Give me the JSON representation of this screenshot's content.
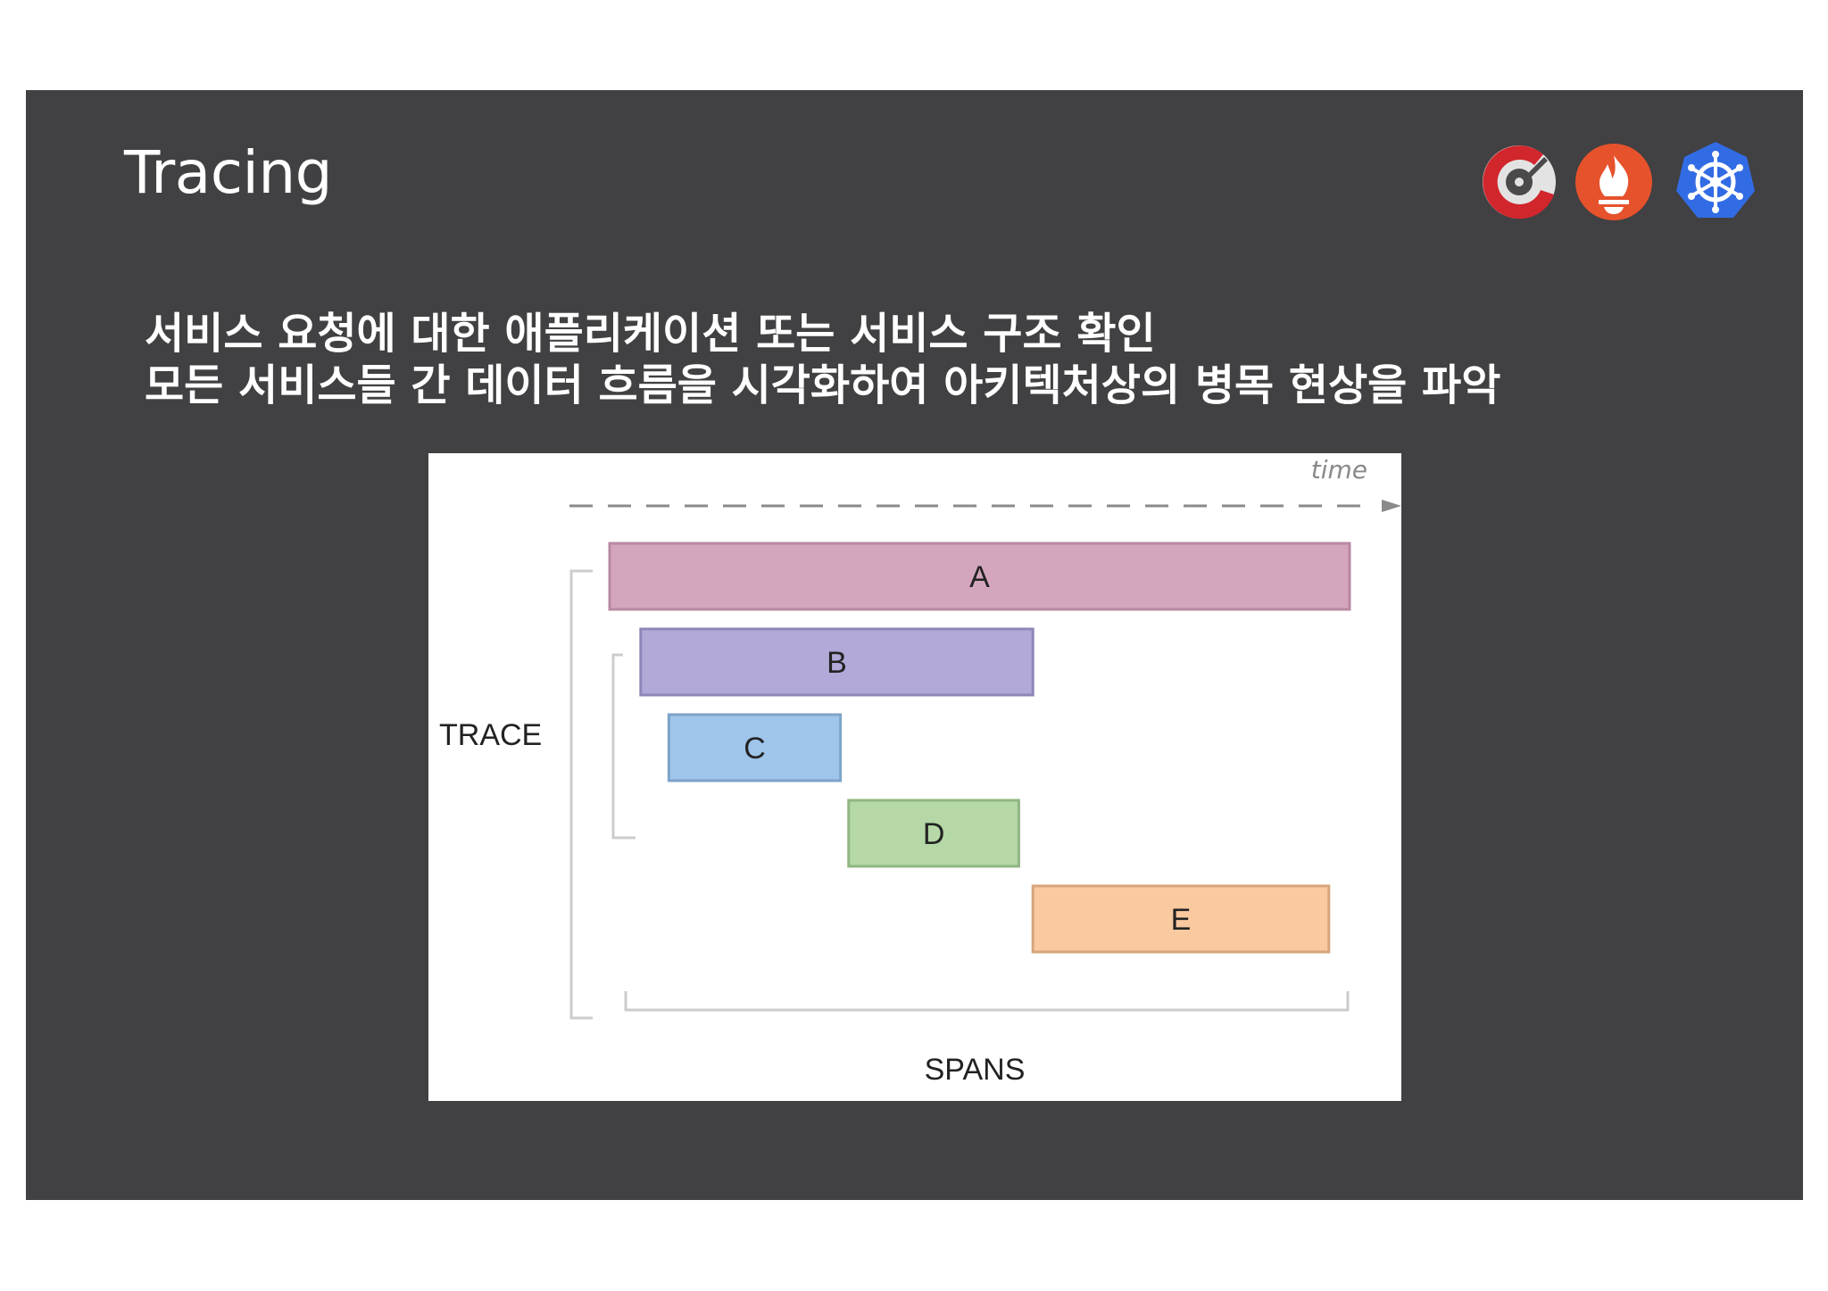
{
  "slide": {
    "title": "Tracing",
    "bullets": [
      "서비스 요청에 대한 애플리케이션 또는 서비스 구조 확인",
      "모든 서비스들 간 데이터 흐름을 시각화하여 아키텍처상의 병목 현상을 파악"
    ],
    "logos": [
      "opencensus-logo",
      "prometheus-logo",
      "kubernetes-logo"
    ]
  },
  "diagram": {
    "time_label": "time",
    "trace_label": "TRACE",
    "spans_label": "SPANS",
    "spans": [
      {
        "label": "A",
        "start": 0.0,
        "end": 1.0,
        "color": "#d4a6be",
        "border": "#b988a3"
      },
      {
        "label": "B",
        "start": 0.042,
        "end": 0.572,
        "color": "#b2a9d9",
        "border": "#8e86b8"
      },
      {
        "label": "C",
        "start": 0.08,
        "end": 0.312,
        "color": "#9fc5ea",
        "border": "#7ea3c8"
      },
      {
        "label": "D",
        "start": 0.323,
        "end": 0.553,
        "color": "#b5d8a6",
        "border": "#90b681"
      },
      {
        "label": "E",
        "start": 0.572,
        "end": 0.972,
        "color": "#f9c9a0",
        "border": "#d6a57b"
      }
    ],
    "colors": {
      "slide_bg": "#414042",
      "figure_bg": "#ffffff",
      "arrow": "#8a8a8a",
      "bracket": "#cccccc",
      "text": "#222222"
    }
  }
}
